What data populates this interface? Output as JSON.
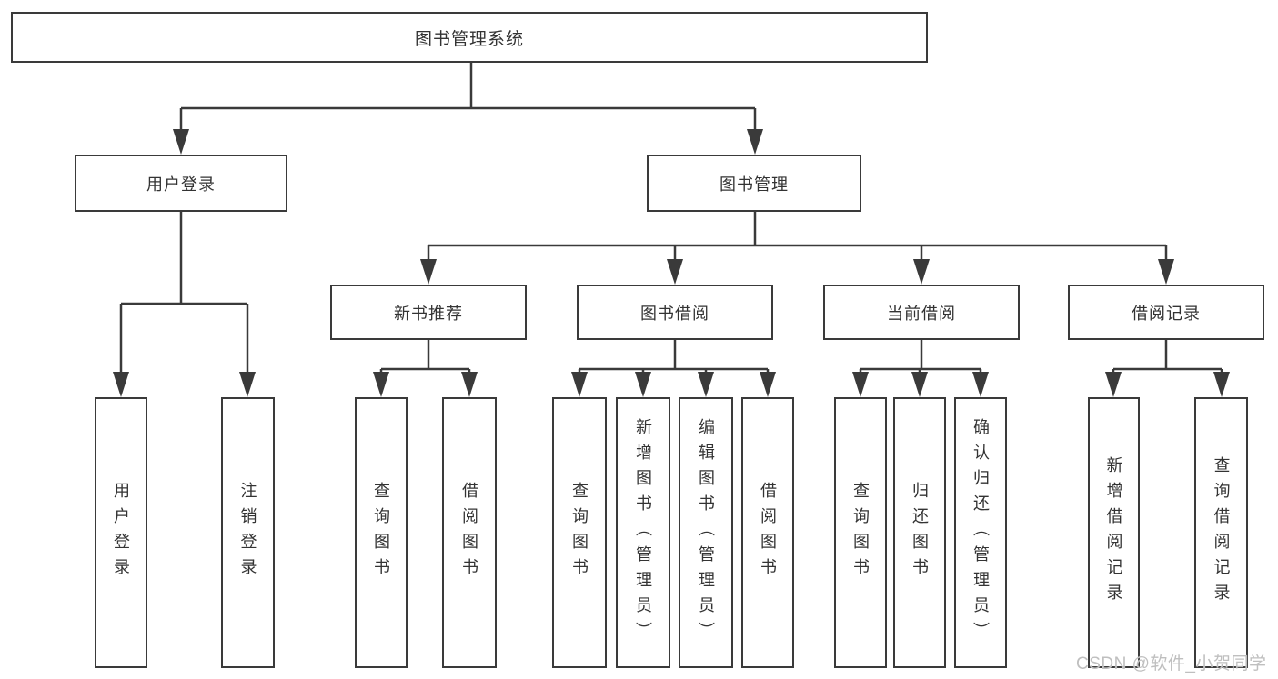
{
  "diagram": {
    "root": {
      "label": "图书管理系统"
    },
    "branches": [
      {
        "label": "用户登录",
        "children": [
          {
            "label": "用户登录"
          },
          {
            "label": "注销登录"
          }
        ]
      },
      {
        "label": "图书管理",
        "groups": [
          {
            "label": "新书推荐",
            "children": [
              {
                "label": "查询图书"
              },
              {
                "label": "借阅图书"
              }
            ]
          },
          {
            "label": "图书借阅",
            "children": [
              {
                "label": "查询图书"
              },
              {
                "label": "新增图书（管理员）"
              },
              {
                "label": "编辑图书（管理员）"
              },
              {
                "label": "借阅图书"
              }
            ]
          },
          {
            "label": "当前借阅",
            "children": [
              {
                "label": "查询图书"
              },
              {
                "label": "归还图书"
              },
              {
                "label": "确认归还（管理员）"
              }
            ]
          },
          {
            "label": "借阅记录",
            "children": [
              {
                "label": "新增借阅记录"
              },
              {
                "label": "查询借阅记录"
              }
            ]
          }
        ]
      }
    ]
  },
  "watermark": {
    "text": "CSDN @软件_小贺同学"
  },
  "colors": {
    "line": "#3a3a3a",
    "box_border": "#3a3a3a",
    "text": "#333333",
    "watermark": "#bfbfbf",
    "background": "#ffffff"
  }
}
